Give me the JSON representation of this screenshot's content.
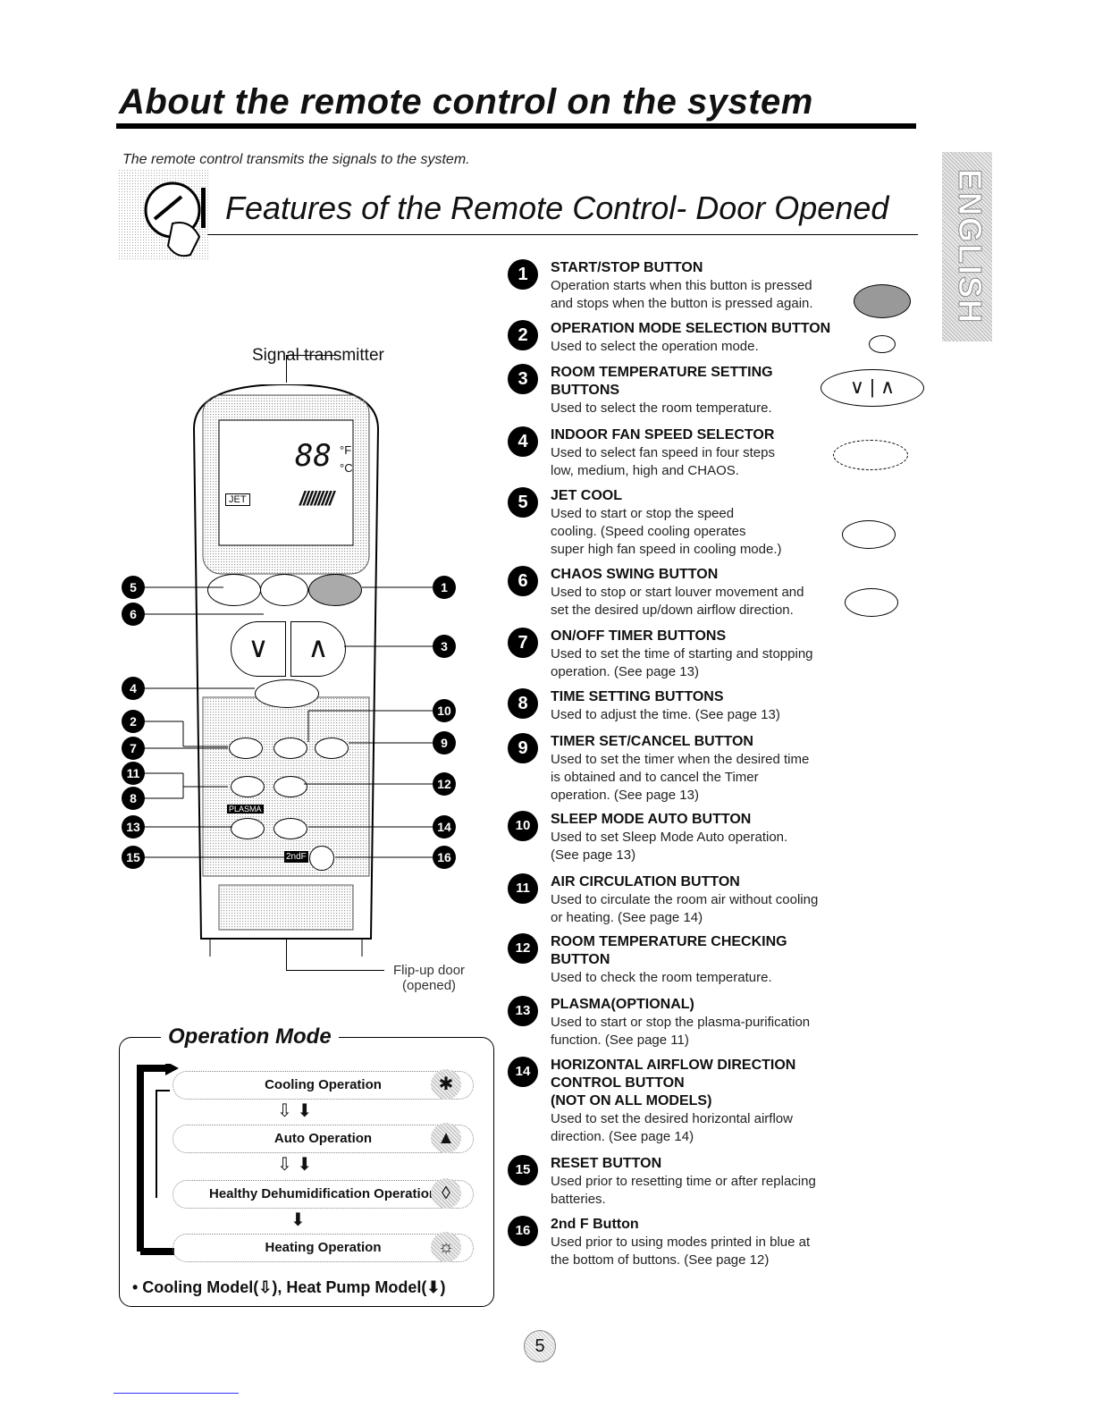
{
  "header": {
    "title": "About the remote control on the system",
    "subtitle": "The remote control transmits the signals to the system.",
    "section_title": "Features of the Remote Control- Door Opened",
    "language_tab": "ENGLISH"
  },
  "remote": {
    "signal_label": "Signal transmitter",
    "door_label": "Flip-up door\n(opened)",
    "display_digits": "88",
    "display_unit_f": "°F",
    "display_unit_c": "°C",
    "jet_label": "JET",
    "plasma_label": "PLASMA",
    "second_f_label": "2ndF"
  },
  "callouts_left": [
    "5",
    "6",
    "4",
    "2",
    "7",
    "11",
    "8",
    "13",
    "15"
  ],
  "callouts_right": [
    "1",
    "3",
    "10",
    "9",
    "12",
    "14",
    "16"
  ],
  "features": [
    {
      "num": "1",
      "title": "START/STOP BUTTON",
      "desc": "Operation starts when this button is pressed\nand stops when the button is pressed again."
    },
    {
      "num": "2",
      "title": "OPERATION MODE SELECTION BUTTON",
      "desc": "Used to select the operation mode."
    },
    {
      "num": "3",
      "title": "ROOM TEMPERATURE SETTING\nBUTTONS",
      "desc": "Used to select the room temperature."
    },
    {
      "num": "4",
      "title": "INDOOR FAN SPEED SELECTOR",
      "desc": "Used to select fan speed in four steps\nlow, medium, high and CHAOS."
    },
    {
      "num": "5",
      "title": "JET COOL",
      "desc": "Used to start or stop the speed\ncooling. (Speed cooling operates\nsuper high fan speed in cooling mode.)"
    },
    {
      "num": "6",
      "title": "CHAOS SWING BUTTON",
      "desc": "Used to stop or start louver movement and\nset the desired up/down airflow direction."
    },
    {
      "num": "7",
      "title": "ON/OFF TIMER BUTTONS",
      "desc": "Used to set the time of starting and stopping\noperation. (See page 13)"
    },
    {
      "num": "8",
      "title": "TIME SETTING BUTTONS",
      "desc": "Used to adjust the time. (See page 13)"
    },
    {
      "num": "9",
      "title": "TIMER SET/CANCEL BUTTON",
      "desc": "Used to set the timer when the desired time\nis obtained and to cancel the Timer\noperation. (See page 13)"
    },
    {
      "num": "10",
      "title": "SLEEP MODE AUTO BUTTON",
      "desc": "Used to set Sleep Mode Auto operation.\n(See page 13)"
    },
    {
      "num": "11",
      "title": "AIR CIRCULATION BUTTON",
      "desc": "Used to circulate the room air without cooling\nor heating. (See page 14)"
    },
    {
      "num": "12",
      "title": "ROOM TEMPERATURE CHECKING\nBUTTON",
      "desc": "Used to check the room temperature."
    },
    {
      "num": "13",
      "title": "PLASMA(OPTIONAL)",
      "desc": "Used to start or stop the plasma-purification\nfunction. (See page 11)"
    },
    {
      "num": "14",
      "title": "HORIZONTAL AIRFLOW DIRECTION\nCONTROL BUTTON\n(NOT ON ALL MODELS)",
      "desc": "Used to set the desired horizontal airflow\ndirection. (See page 14)"
    },
    {
      "num": "15",
      "title": "RESET BUTTON",
      "desc": "Used prior to resetting time or after replacing\nbatteries."
    },
    {
      "num": "16",
      "title": "2nd F Button",
      "desc": "Used prior to using modes printed in blue at\nthe bottom of buttons. (See page 12)"
    }
  ],
  "operation_mode": {
    "title": "Operation Mode",
    "modes": [
      "Cooling Operation",
      "Auto Operation",
      "Healthy Dehumidification Operation",
      "Heating Operation"
    ],
    "footnote": "• Cooling Model(⇩), Heat Pump Model(⬇)"
  },
  "page_number": "5"
}
